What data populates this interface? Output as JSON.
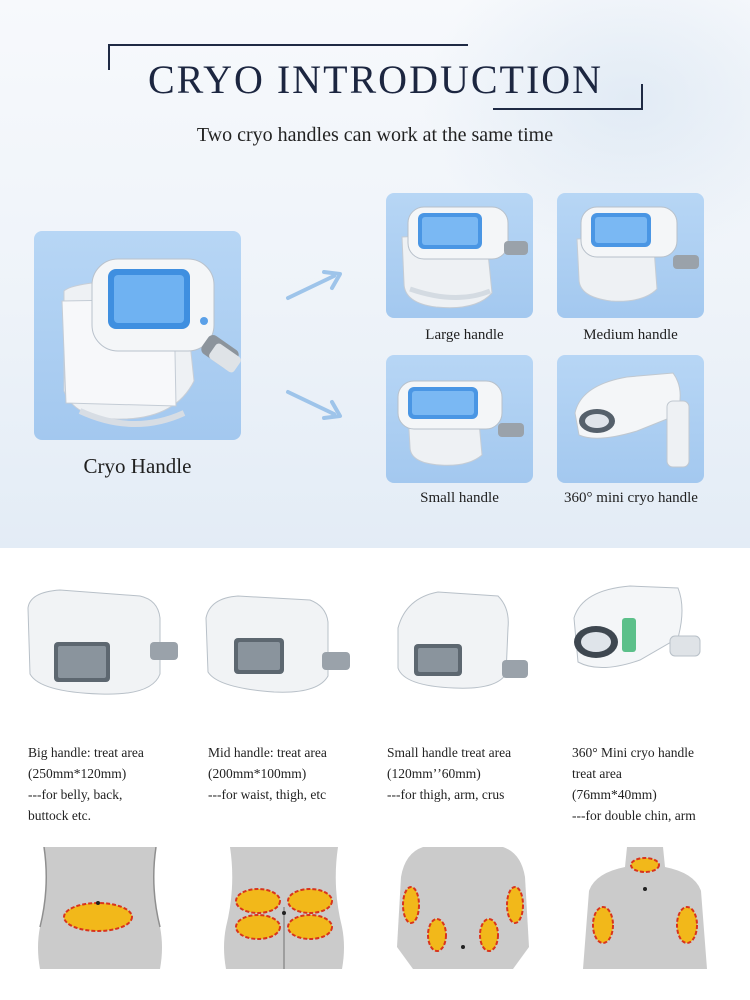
{
  "header": {
    "title": "CRYO INTRODUCTION",
    "subtitle": "Two cryo handles can work at the same time"
  },
  "main_handle": {
    "label": "Cryo Handle"
  },
  "handle_options": [
    {
      "label": "Large handle"
    },
    {
      "label": "Medium handle"
    },
    {
      "label": "Small handle"
    },
    {
      "label": "360° mini cryo handle"
    }
  ],
  "handle_details": [
    {
      "lines": [
        "Big handle: treat area",
        "(250mm*120mm)",
        "---for belly, back,",
        " buttock etc."
      ]
    },
    {
      "lines": [
        "Mid  handle: treat area",
        "(200mm*100mm)",
        "---for waist, thigh, etc",
        ""
      ]
    },
    {
      "lines": [
        "Small handle treat area",
        "(120mmʼʼ60mm)",
        "---for thigh, arm, crus",
        ""
      ]
    },
    {
      "lines": [
        "360° Mini cryo handle",
        "treat area",
        "(76mm*40mm)",
        "---for double chin, arm"
      ]
    }
  ],
  "colors": {
    "title": "#1c2640",
    "card_bg": "#a8cbf0",
    "arrow": "#9ec4ea",
    "zone_fill": "#f2b81a",
    "zone_border": "#d9341c",
    "body_grey": "#c9c9c9"
  }
}
